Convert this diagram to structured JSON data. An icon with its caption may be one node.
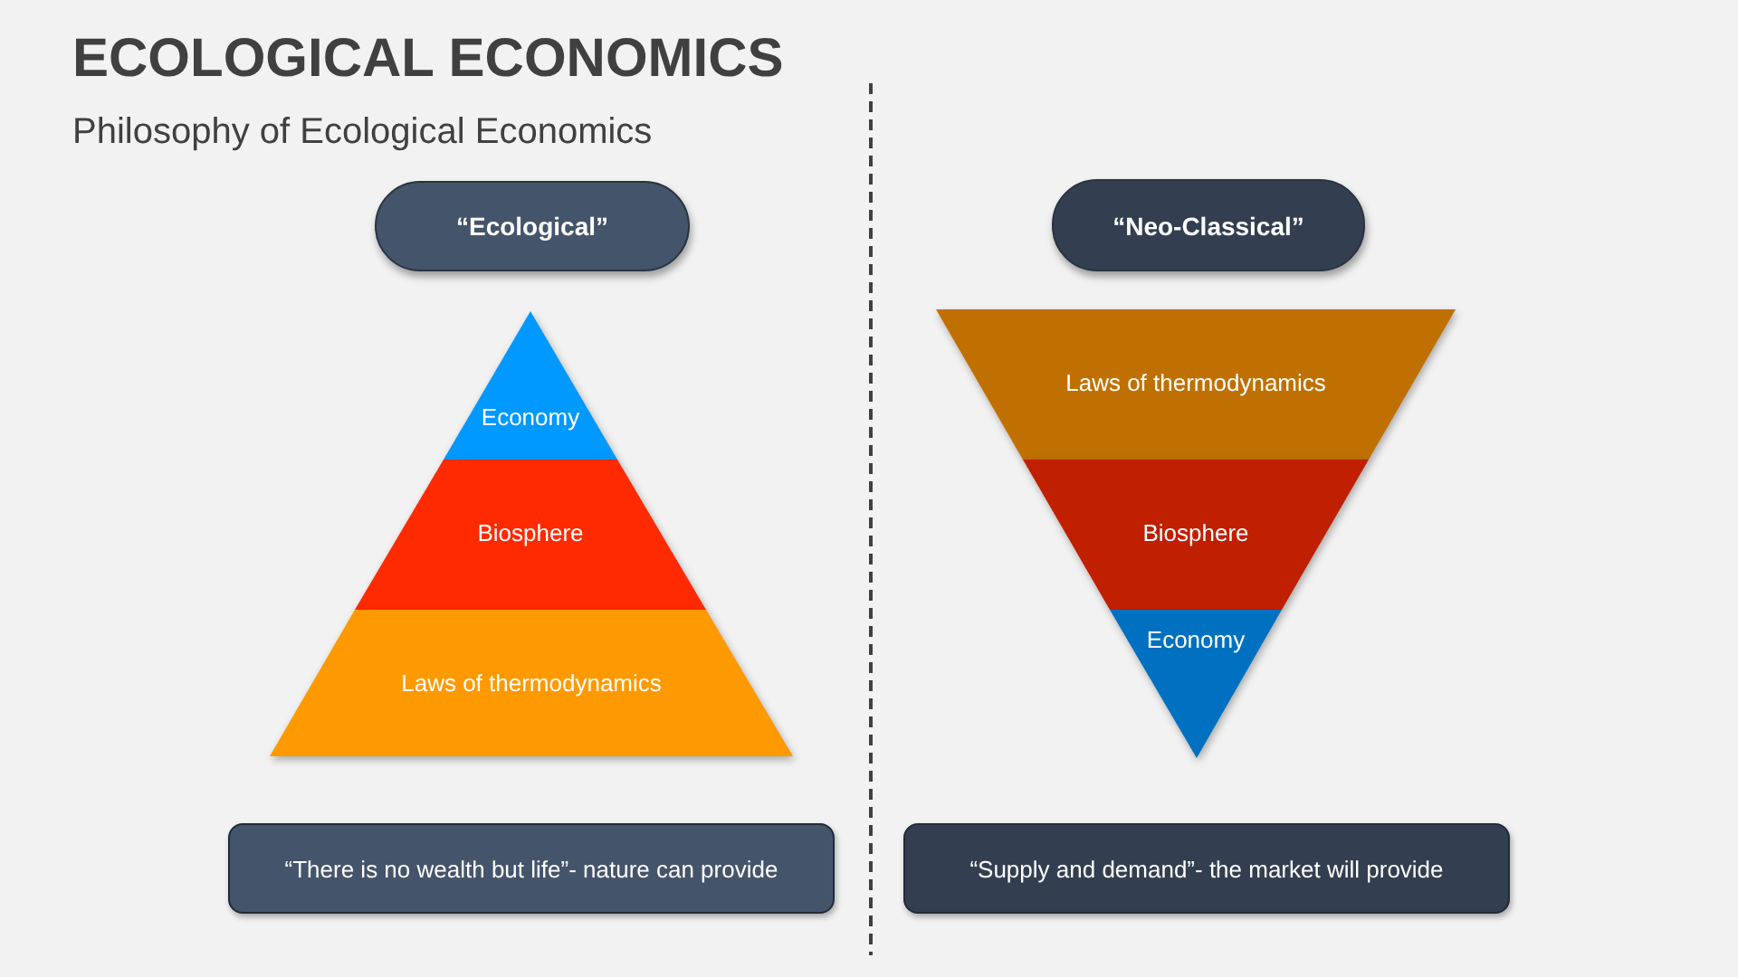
{
  "diagram": {
    "title": "ECOLOGICAL ECONOMICS",
    "nodes": [
      {
        "text": [
          "“Ecological”"
        ]
      },
      {
        "text": [
          "Economy"
        ]
      },
      {
        "text": [
          "Biosphere"
        ]
      },
      {
        "text": [
          "Laws of thermodynamics"
        ]
      },
      {
        "text": [
          "“There is no wealth but life”- nature can provide"
        ]
      },
      {
        "text": [
          "“Neo-Classical”"
        ]
      },
      {
        "text": [
          "Laws of thermodynamics"
        ]
      },
      {
        "text": [
          "Biosphere"
        ]
      },
      {
        "text": [
          "Economy"
        ]
      },
      {
        "text": [
          "“Supply and demand”- the market will provide"
        ]
      }
    ],
    "labels": [
      "Philosophy of Ecological Economics"
    ]
  }
}
